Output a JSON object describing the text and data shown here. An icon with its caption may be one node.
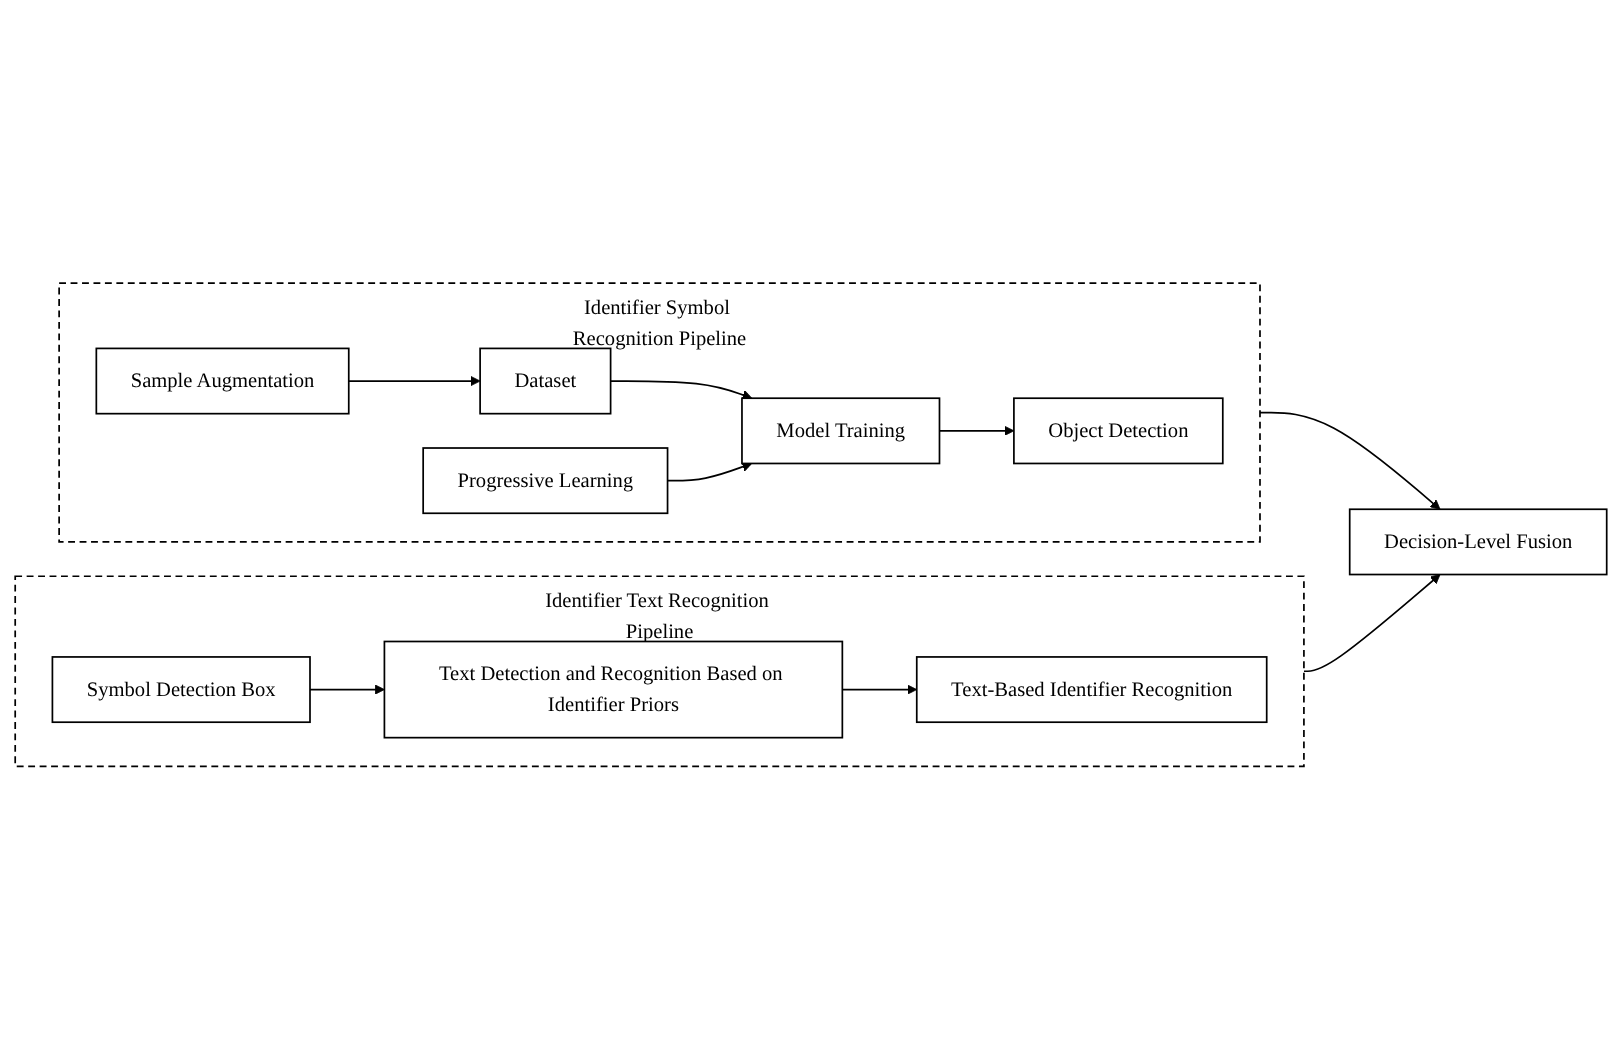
{
  "diagram": {
    "nodes": [
      {
        "text": [
          "Identifier Symbol Recognition Pipeline"
        ]
      },
      {
        "text": [
          "Dataset"
        ],
        "in": 0
      },
      {
        "text": [
          "Model Training"
        ],
        "in": 0
      },
      {
        "text": [
          "Sample Augmentation"
        ],
        "in": 0
      },
      {
        "text": [
          "Progressive Learning"
        ],
        "in": 0
      },
      {
        "text": [
          "Object Detection"
        ],
        "in": 0
      },
      {
        "text": [
          "Identifier Text Recognition Pipeline"
        ]
      },
      {
        "text": [
          "Symbol Detection Box"
        ],
        "in": 6
      },
      {
        "text": [
          "Text Detection and Recognition Based on Identifier Priors"
        ],
        "in": 6
      },
      {
        "text": [
          "Text-Based Identifier Recognition"
        ],
        "in": 6
      },
      {
        "text": [
          "Decision-Level Fusion"
        ]
      }
    ],
    "edges": [
      {
        "from": 1,
        "to": 2,
        "arrow": "to"
      },
      {
        "from": 3,
        "to": 1,
        "arrow": "to"
      },
      {
        "from": 4,
        "to": 2,
        "arrow": "to"
      },
      {
        "from": 2,
        "to": 5,
        "arrow": "to"
      },
      {
        "from": 7,
        "to": 8,
        "arrow": "to"
      },
      {
        "from": 8,
        "to": 9,
        "arrow": "to"
      },
      {
        "from": 0,
        "to": 10,
        "arrow": "to"
      },
      {
        "from": 6,
        "to": 10,
        "arrow": "to"
      }
    ]
  }
}
